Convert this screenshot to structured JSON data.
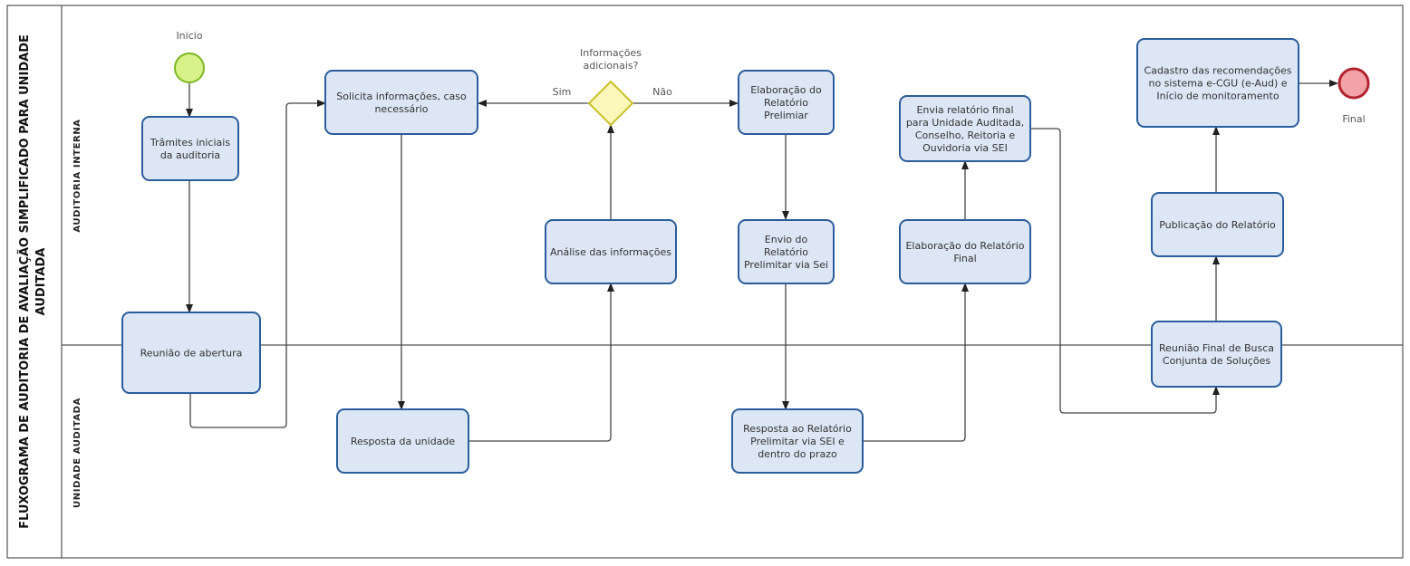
{
  "pool": {
    "title_line1": "FLUXOGRAMA DE AUDITORIA DE AVALIAÇÃO SIMPLIFICADO PARA UNIDADE",
    "title_line2": "AUDITADA"
  },
  "lanes": {
    "top": "AUDITORIA INTERNA",
    "bottom": "UNIDADE AUDITADA"
  },
  "events": {
    "start": "Inicio",
    "end": "Final"
  },
  "gateway": {
    "label_line1": "Informações",
    "label_line2": "adicionais?",
    "yes": "Sim",
    "no": "Não"
  },
  "tasks": {
    "tramites": [
      "Trâmites iniciais",
      "da auditoria"
    ],
    "reuniao_abertura": [
      "Reunião de abertura"
    ],
    "solicita": [
      "Solicita informações, caso",
      "necessário"
    ],
    "resposta_unidade": [
      "Resposta da unidade"
    ],
    "analise": [
      "Análise das informações"
    ],
    "elaboracao_preliminar": [
      "Elaboração do",
      "Relatório",
      "Prelimiar"
    ],
    "envio_preliminar": [
      "Envio do",
      "Relatório",
      "Prelimitar via Sei"
    ],
    "resposta_relatorio": [
      "Resposta ao Relatório",
      "Prelimitar via SEI e",
      "dentro do prazo"
    ],
    "elaboracao_final": [
      "Elaboração do Relatório",
      "Final"
    ],
    "envia_final": [
      "Envia relatório final",
      "para Unidade Auditada,",
      "Conselho, Reitoria e",
      "Ouvidoria via SEI"
    ],
    "reuniao_final": [
      "Reunião Final de Busca",
      "Conjunta de Soluções"
    ],
    "publicacao": [
      "Publicação do Relatório"
    ],
    "cadastro": [
      "Cadastro das recomendações",
      "no sistema e-CGU (e-Aud) e",
      "Início de monitoramento"
    ]
  },
  "colors": {
    "task_fill": "#dde6f5",
    "task_stroke": "#2a5d9c",
    "start_fill": "#d8f28a",
    "start_stroke": "#7cb820",
    "end_fill": "#f3a3a8",
    "end_stroke": "#b1242f",
    "gateway_fill": "#fbf7b8",
    "gateway_stroke": "#c9bf2c"
  }
}
